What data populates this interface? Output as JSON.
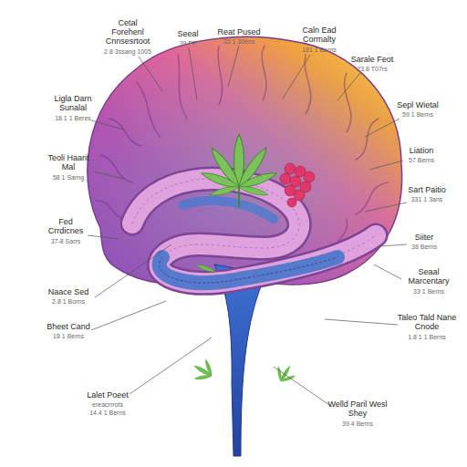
{
  "diagram": {
    "labels": [
      "Cetal Forehenl Cnnsesrtoot",
      "2.8 3ssang 1005",
      "Seeal",
      "39 PF",
      "Reat Pused",
      "33 1 30ens",
      "Caln Ead Cormalty",
      "181 1 Berns",
      "Sarale Feot",
      "23.8 T07rs",
      "Ligla Darn Sunalal",
      "18 1 1 Beres",
      "Sepl Wietal",
      "59 1 Berns",
      "Teoli Haarit Mal",
      "58 1 Sarng",
      "Liation",
      "57 Berns",
      "Sart Paitio",
      "331 1 3ans",
      "Fed Crrdicnes",
      "37-8 Sarrs",
      "Siiter",
      "38 Berns",
      "Naace Sed",
      "2.8 1 Borns",
      "Seaal Marcentary",
      "33 1 Berns",
      "Bheet Cand",
      "18 1 Berns",
      "Taleo Tald Nane Cnode",
      "1.8 1 1 Berns",
      "Lalet Poeet",
      "ereacrrrots",
      "14.4 1 Berns",
      "Welld Paril Wesl Shey",
      "39 4 Berns"
    ]
  }
}
